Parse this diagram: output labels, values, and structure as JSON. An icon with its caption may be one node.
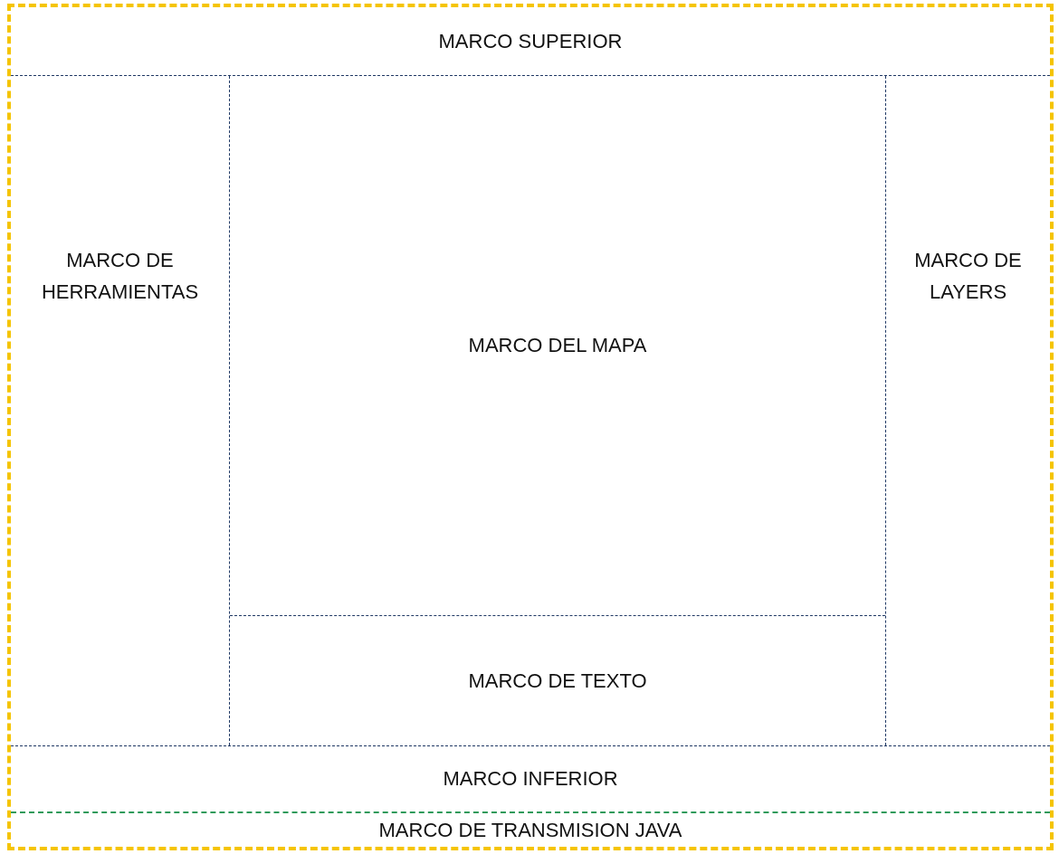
{
  "diagram": {
    "nodes": [
      {
        "text": [],
        "shape": "box"
      },
      {
        "text": [
          "MARCO SUPERIOR"
        ],
        "in": 0
      },
      {
        "text": [
          "MARCO DE HERRAMIENTAS"
        ],
        "in": 0
      },
      {
        "text": [
          "MARCO DEL MAPA"
        ],
        "in": 0
      },
      {
        "text": [
          "MARCO DE LAYERS"
        ],
        "in": 0
      },
      {
        "text": [
          "MARCO DE TEXTO"
        ],
        "in": 0
      },
      {
        "text": [
          "MARCO INFERIOR"
        ],
        "in": 0
      },
      {
        "text": [
          "MARCO DE TRANSMISION JAVA"
        ],
        "in": 0
      }
    ]
  }
}
